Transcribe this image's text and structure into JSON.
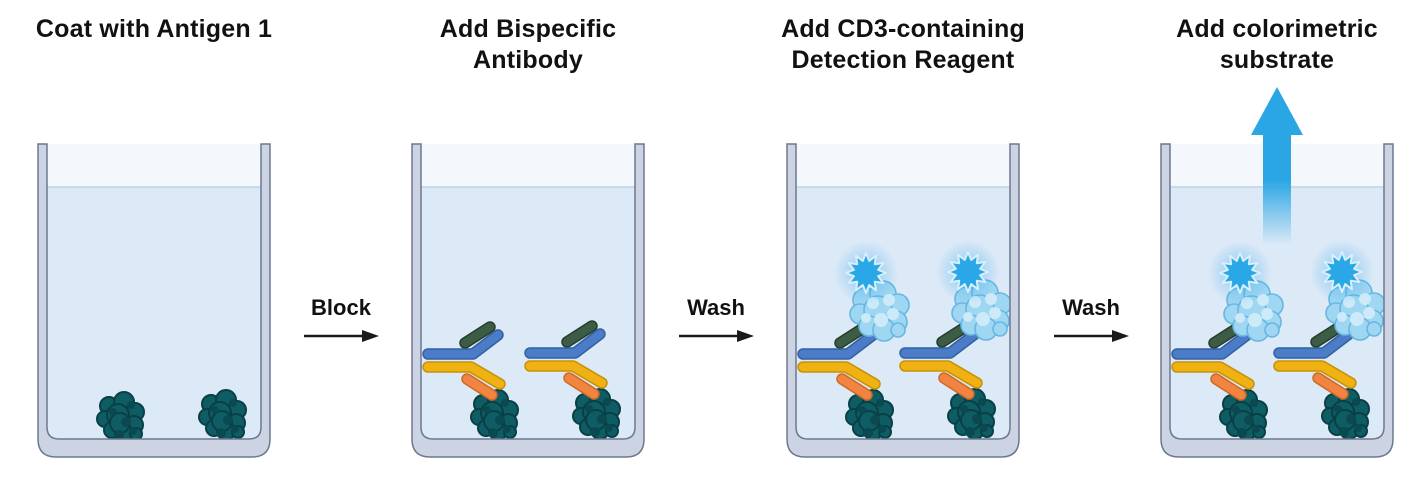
{
  "figure": {
    "type": "assay-workflow-diagram",
    "background": "#ffffff",
    "steps": [
      {
        "title": "Coat with Antigen 1",
        "well_components": [
          "antigen-blob",
          "antigen-blob"
        ]
      },
      {
        "title": "Add Bispecific\nAntibody",
        "well_components": [
          "antigen-bispecific-antibody-complex",
          "antigen-bispecific-antibody-complex"
        ]
      },
      {
        "title": "Add CD3-containing\nDetection Reagent",
        "well_components": [
          "detection-complex-with-star",
          "detection-complex-with-star"
        ]
      },
      {
        "title": "Add colorimetric\nsubstrate",
        "well_components": [
          "detection-complex-with-star",
          "detection-complex-with-star",
          "signal-up-arrow"
        ]
      }
    ],
    "transitions": [
      {
        "label": "Block"
      },
      {
        "label": "Wash"
      },
      {
        "label": "Wash"
      }
    ],
    "icons": {
      "antigen": "antigen-blob-icon",
      "bispecific_antibody": "bispecific-antibody-icon",
      "cd3_protein": "cd3-protein-blob-icon",
      "detection_star": "detection-star-icon",
      "signal_arrow": "signal-up-arrow-icon",
      "step_arrow": "right-arrow-icon"
    },
    "colors": {
      "text": "#111111",
      "well_wall": "#ccd3e2",
      "well_wall_border": "#6d7890",
      "headspace": "#f4f7fc",
      "liquid": "#dce9f7",
      "antigen": "#0e5d64",
      "antibody_arm_blue": "#4a7cc7",
      "antibody_arm_green": "#3d5c45",
      "antibody_arm_yellow": "#f0b212",
      "antibody_arm_orange": "#f08440",
      "cd3_blob": "#9fd6f1",
      "detection_star": "#2aa7e6",
      "signal_arrow": "#2ba6e4",
      "step_arrow": "#1a1a1a"
    }
  }
}
